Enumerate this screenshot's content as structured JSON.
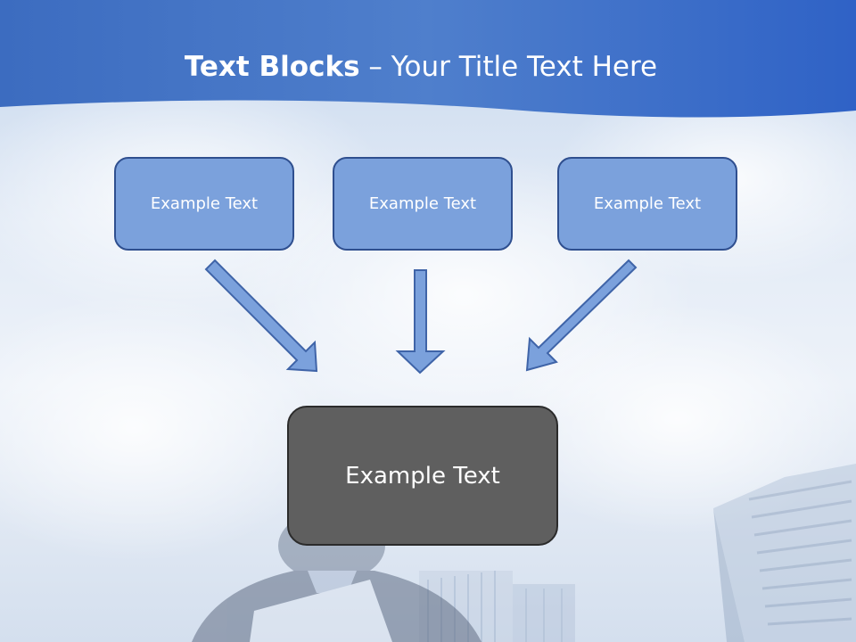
{
  "title": {
    "bold": "Text Blocks",
    "rest": " – Your Title Text Here"
  },
  "blocks": [
    {
      "label": "Example Text"
    },
    {
      "label": "Example Text"
    },
    {
      "label": "Example Text"
    }
  ],
  "center_block": {
    "label": "Example Text"
  },
  "colors": {
    "header_blue": "#2f62c0",
    "block_fill": "#7ba1dc",
    "block_border": "#2f4f8f",
    "center_fill": "#5f5f5f",
    "arrow_fill": "#7ba1dc"
  }
}
